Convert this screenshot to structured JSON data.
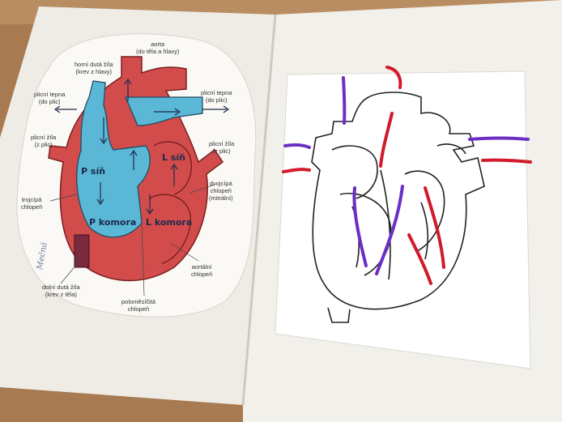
{
  "labels": {
    "aorta": "aorta",
    "aorta_sub": "(do těla a hlavy)",
    "horni_zila": "horní dutá žíla",
    "horni_zila_sub": "(krev z hlavy)",
    "plicni_tepna_l": "plicní tepna",
    "plicni_tepna_l_sub": "(do plic)",
    "plicni_tepna_r": "plicní tepna",
    "plicni_tepna_r_sub": "(do plic)",
    "plicni_zila_l": "plicní žíla",
    "plicni_zila_l_sub": "(z plic)",
    "plicni_zila_r": "plicní žíla",
    "plicni_zila_r_sub": "(z plic)",
    "dvojcipa": "dvojcípá",
    "dvojcipa_sub": "chlopeň",
    "dvojcipa_sub2": "(mitrální)",
    "trojcipa": "trojcípá",
    "trojcipa_sub": "chlopeň",
    "aortalni": "aortální",
    "aortalni_sub": "chlopeň",
    "dolni_zila": "dolní dutá žíla",
    "dolni_zila_sub": "(krev z těla)",
    "polomesicita": "poloměsíčitá",
    "polomesicita_sub": "chlopeň"
  },
  "chambers": {
    "p_sin": "P síň",
    "l_sin": "L síň",
    "p_komora": "P komora",
    "l_komora": "L komora"
  },
  "handwriting": "Mečná",
  "colors": {
    "oxygen_poor": "#5bb7d6",
    "oxygen_rich": "#d9534f",
    "yarn_purple": "#6b2fc4",
    "yarn_red": "#d11a2a",
    "table": "#b58860",
    "paper": "#f4f2ee"
  }
}
